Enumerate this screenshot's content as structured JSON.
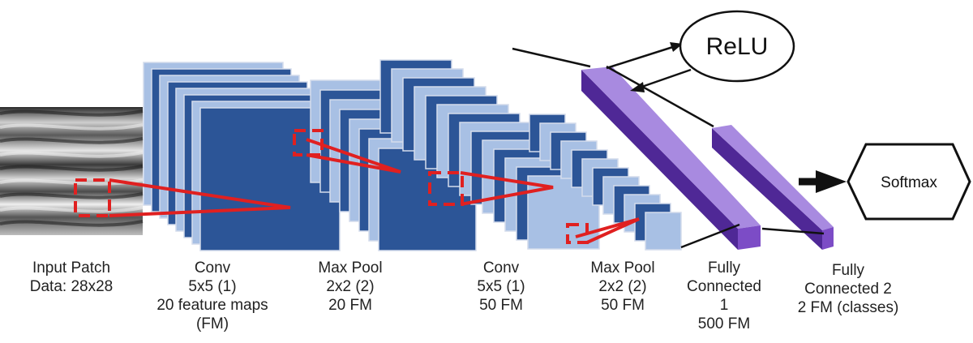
{
  "colors": {
    "dark_blue": "#2c5597",
    "light_blue": "#a8c0e4",
    "outline": "#d4dcec",
    "purple_front": "#7c4cc6",
    "purple_top": "#a88ae0",
    "purple_side": "#4f2896",
    "red": "#e02020",
    "line": "#111111"
  },
  "nodes": {
    "relu": "ReLU",
    "softmax": "Softmax"
  },
  "captions": {
    "input": [
      "Input Patch",
      "Data: 28x28"
    ],
    "conv1": [
      "Conv",
      "5x5 (1)",
      "20 feature maps",
      "(FM)"
    ],
    "pool1": [
      "Max Pool",
      "2x2 (2)",
      "20 FM"
    ],
    "conv2": [
      "Conv",
      "5x5 (1)",
      "50 FM"
    ],
    "pool2": [
      "Max Pool",
      "2x2 (2)",
      "50 FM"
    ],
    "fc1": [
      "Fully",
      "Connected",
      "1",
      "500 FM"
    ],
    "fc2": [
      "Fully",
      "Connected 2",
      "2 FM (classes)"
    ]
  }
}
